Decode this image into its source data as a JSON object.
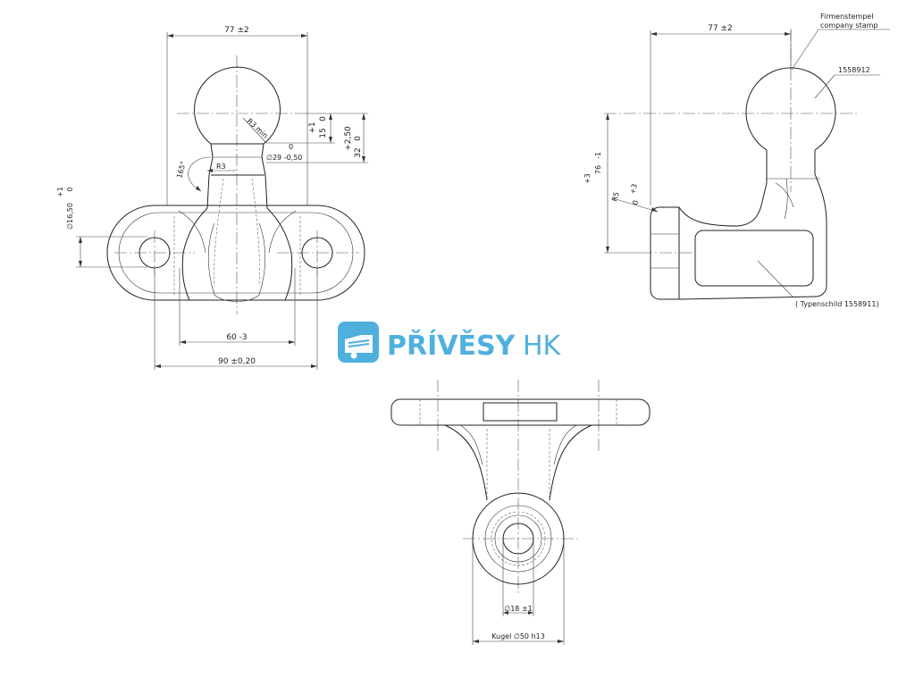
{
  "logo": {
    "name_bold": "PŘÍVĚSY",
    "name_light": "HK",
    "color": "#4fb0de"
  },
  "front_view": {
    "width_top": "77 ±2",
    "r3_min": "R3 min",
    "dim_15": "15",
    "tol_15_upper": "+1",
    "tol_15_lower": "0",
    "dim_32": "32",
    "tol_32_upper": "+2,50",
    "tol_32_lower": "0",
    "neck_tol_upper": "0",
    "neck_diameter": "∅29 -0,50",
    "r3": "R3",
    "angle": "165°",
    "hole_diameter": "∅16,50",
    "hole_tol_upper": "+1",
    "hole_tol_lower": "0",
    "inner_width": "60 -3",
    "outer_width": "90 ±0,20"
  },
  "side_view": {
    "width_top": "77 ±2",
    "stamp_de": "Firmenstempel",
    "stamp_en": "company stamp",
    "part_number": "1558912",
    "height": "76",
    "height_tol_upper": "+3",
    "height_tol_lower": "-1",
    "radius": "R5",
    "radius_tol_upper": "+3",
    "radius_tol_lower": "0",
    "plate_label": "( Typenschild 1558911)"
  },
  "top_view": {
    "inner_diameter": "∅18 ±1",
    "ball_diameter": "Kugel ∅50 h13"
  }
}
